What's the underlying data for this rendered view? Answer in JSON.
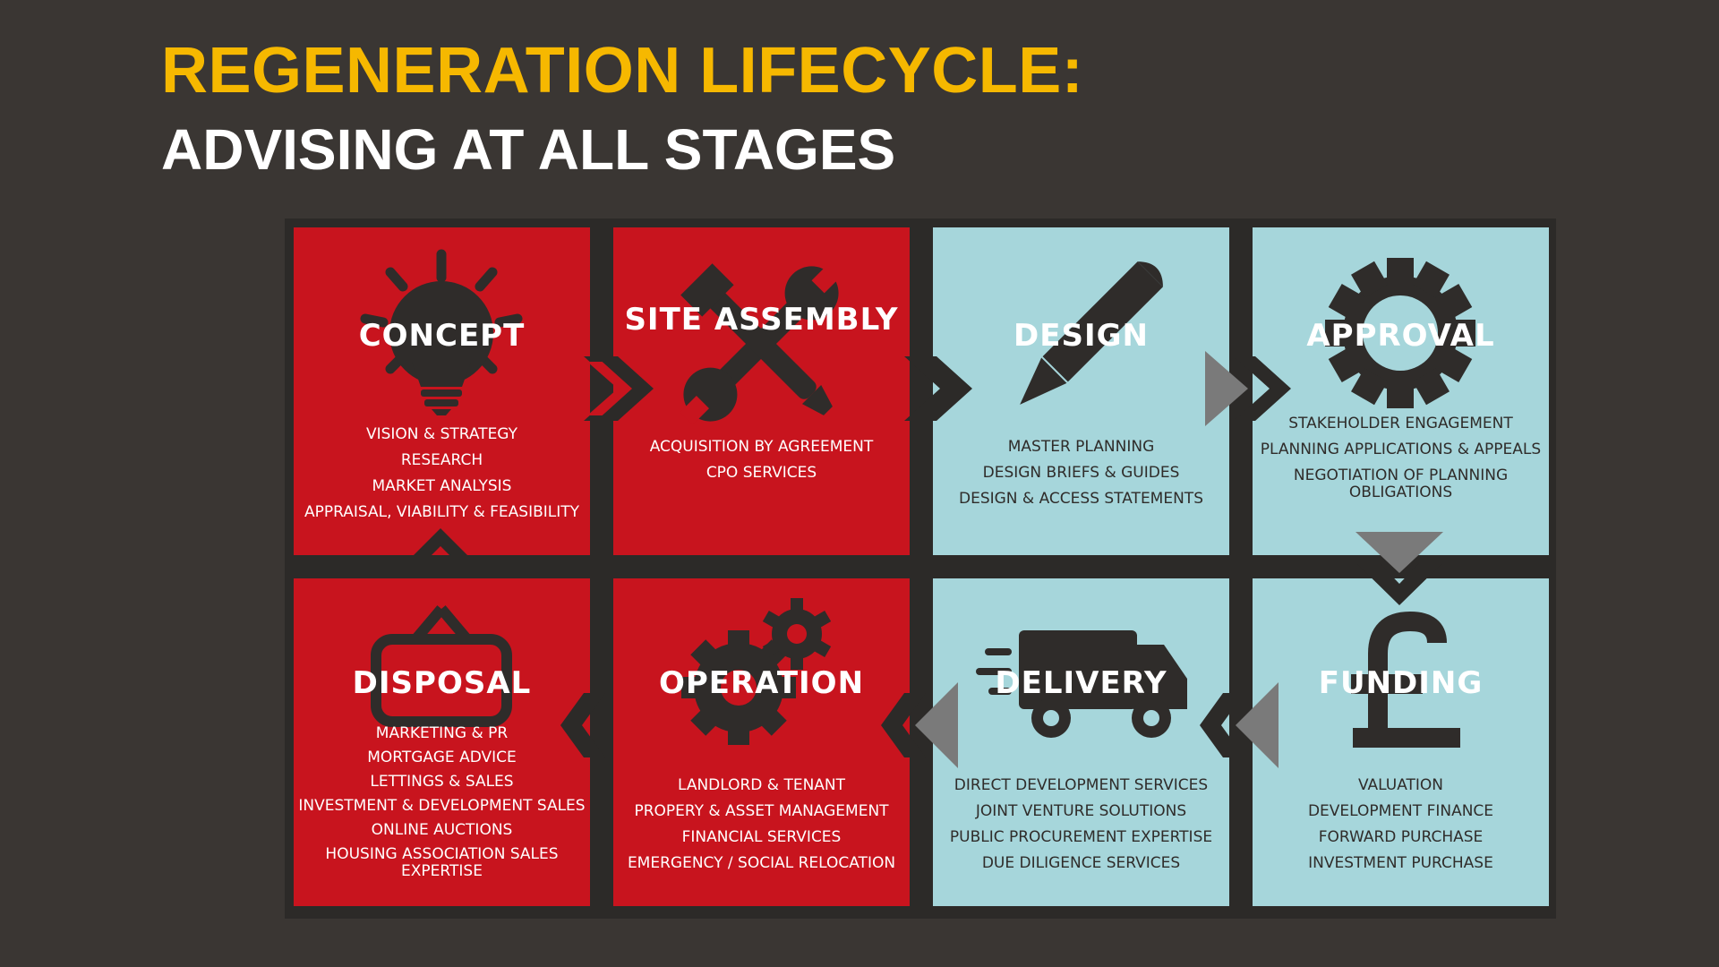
{
  "header": {
    "title": "REGENERATION LIFECYCLE:",
    "subtitle": "ADVISING AT ALL STAGES"
  },
  "colors": {
    "background": "#3a3633",
    "title": "#f6b800",
    "red_tile": "#c8141e",
    "blue_tile": "#a6d6db",
    "icon": "#2f2c2a"
  },
  "stages": [
    {
      "name": "CONCEPT",
      "icon": "lightbulb-icon",
      "services": [
        "VISION & STRATEGY",
        "RESEARCH",
        "MARKET ANALYSIS",
        "APPRAISAL, VIABILITY & FEASIBILITY"
      ]
    },
    {
      "name": "SITE ASSEMBLY",
      "icon": "tools-icon",
      "services": [
        "ACQUISITION BY AGREEMENT",
        "CPO SERVICES"
      ]
    },
    {
      "name": "DESIGN",
      "icon": "pencil-icon",
      "services": [
        "MASTER PLANNING",
        "DESIGN BRIEFS & GUIDES",
        "DESIGN & ACCESS STATEMENTS"
      ]
    },
    {
      "name": "APPROVAL",
      "icon": "seal-icon",
      "services": [
        "STAKEHOLDER ENGAGEMENT",
        "PLANNING APPLICATIONS & APPEALS",
        "NEGOTIATION OF PLANNING OBLIGATIONS"
      ]
    },
    {
      "name": "DISPOSAL",
      "icon": "sign-icon",
      "services": [
        "MARKETING & PR",
        "MORTGAGE ADVICE",
        "LETTINGS & SALES",
        "INVESTMENT & DEVELOPMENT SALES",
        "ONLINE AUCTIONS",
        "HOUSING ASSOCIATION SALES EXPERTISE"
      ]
    },
    {
      "name": "OPERATION",
      "icon": "gears-icon",
      "services": [
        "LANDLORD & TENANT",
        "PROPERY & ASSET MANAGEMENT",
        "FINANCIAL SERVICES",
        "EMERGENCY / SOCIAL RELOCATION"
      ]
    },
    {
      "name": "DELIVERY",
      "icon": "truck-icon",
      "services": [
        "DIRECT DEVELOPMENT SERVICES",
        "JOINT VENTURE SOLUTIONS",
        "PUBLIC PROCUREMENT EXPERTISE",
        "DUE DILIGENCE SERVICES"
      ]
    },
    {
      "name": "FUNDING",
      "icon": "pound-icon",
      "services": [
        "VALUATION",
        "DEVELOPMENT FINANCE",
        "FORWARD PURCHASE",
        "INVESTMENT PURCHASE"
      ]
    }
  ]
}
